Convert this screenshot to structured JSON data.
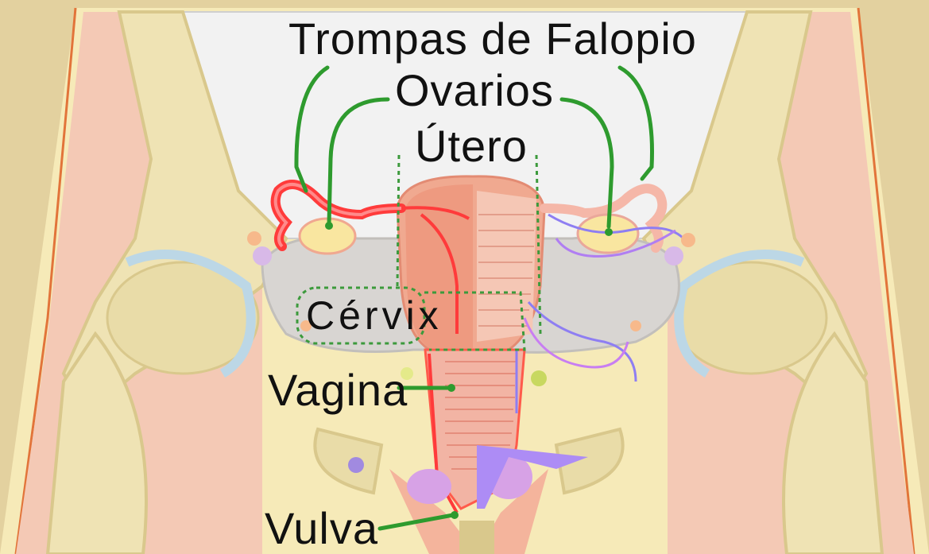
{
  "labels": {
    "fallopian_tubes": "Trompas de Falopio",
    "ovaries": "Ovarios",
    "uterus": "Útero",
    "cervix": "Cérvix",
    "vagina": "Vagina",
    "vulva": "Vulva"
  },
  "colors": {
    "frame_border": "#e3d19f",
    "bone": "#efe3b4",
    "bone_outline": "#d9c88c",
    "pelvic_wall": "#f4c9b5",
    "cavity": "#f2f2f2",
    "peritoneum": "#d8d5d2",
    "uterus": "#f0a990",
    "tube_red": "#ff3b3b",
    "vein_purple": "#8e7ef2",
    "leader_green": "#2e9b2e"
  }
}
